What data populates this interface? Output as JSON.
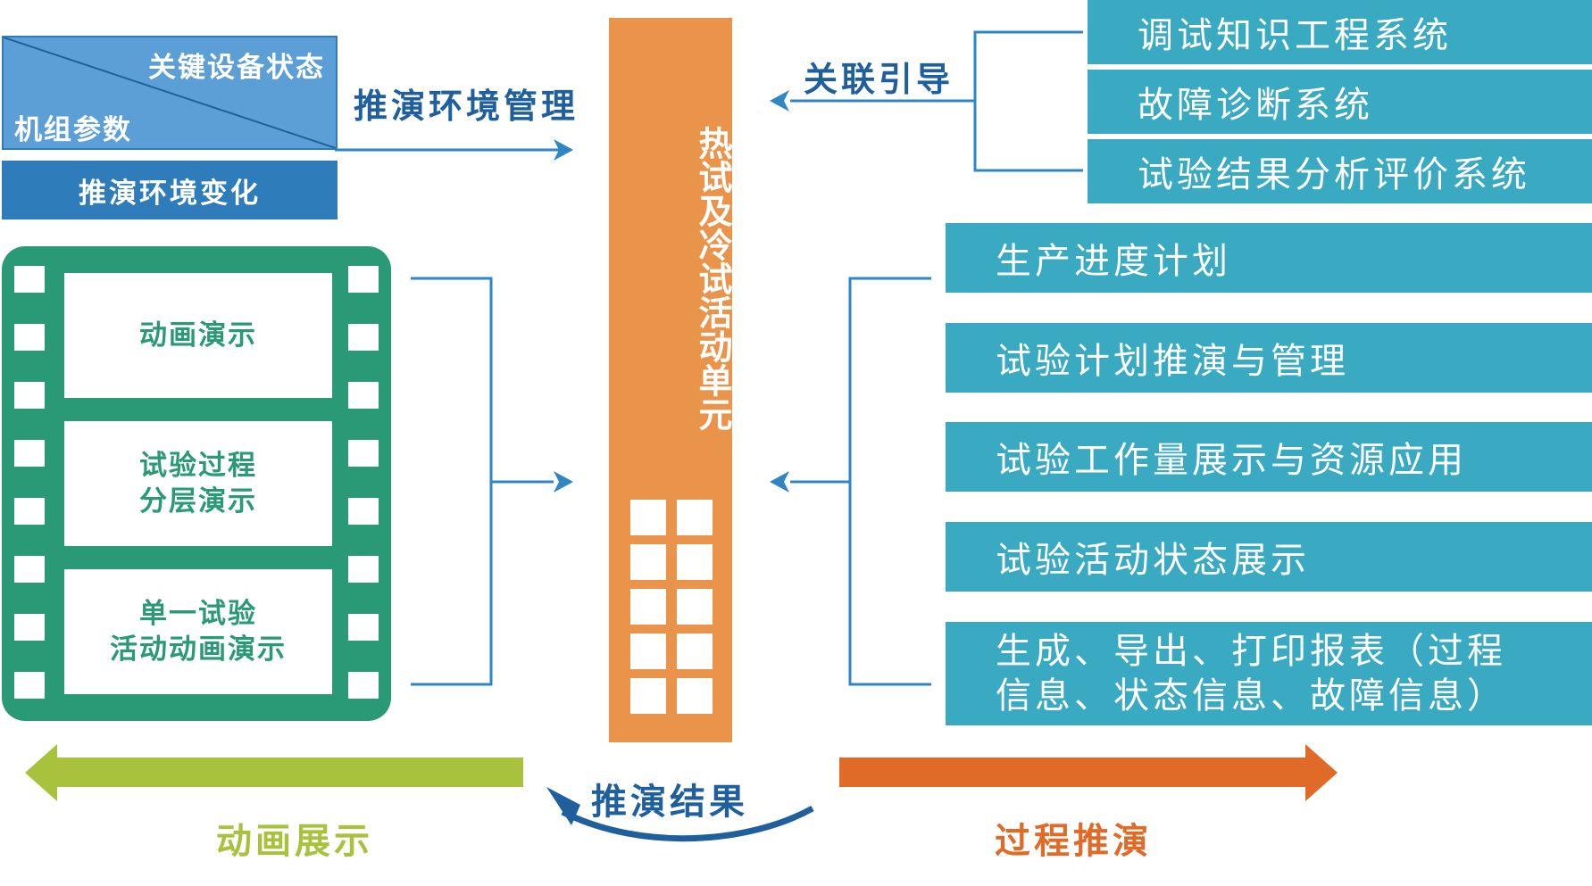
{
  "left_top": {
    "split_top_label": "关键设备状态",
    "split_bottom_label": "机组参数",
    "change_label": "推演环境变化",
    "env_mgmt_label": "推演环境管理"
  },
  "center": {
    "unit_label": "热试及冷试活动单元"
  },
  "right_top": {
    "relation_label": "关联引导",
    "systems": [
      "调试知识工程系统",
      "故障诊断系统",
      "试验结果分析评价系统"
    ]
  },
  "right_functions": [
    "生产进度计划",
    "试验计划推演与管理",
    "试验工作量展示与资源应用",
    "试验活动状态展示",
    "生成、导出、打印报表（过程",
    "信息、状态信息、故障信息）"
  ],
  "film": {
    "panels": [
      {
        "line1": "动画演示",
        "line2": ""
      },
      {
        "line1": "试验过程",
        "line2": "分层演示"
      },
      {
        "line1": "单一试验",
        "line2": "活动动画演示"
      }
    ]
  },
  "bottom": {
    "animation_label": "动画展示",
    "result_label": "推演结果",
    "process_label": "过程推演"
  },
  "colors": {
    "light_blue": "#5b9fd6",
    "dark_blue": "#2f7cba",
    "teal": "#3aaac3",
    "orange": "#ea944b",
    "green": "#2a9975",
    "lime": "#a8c23d",
    "arrow_orange": "#e06a28",
    "line_blue": "#2f86c5"
  }
}
